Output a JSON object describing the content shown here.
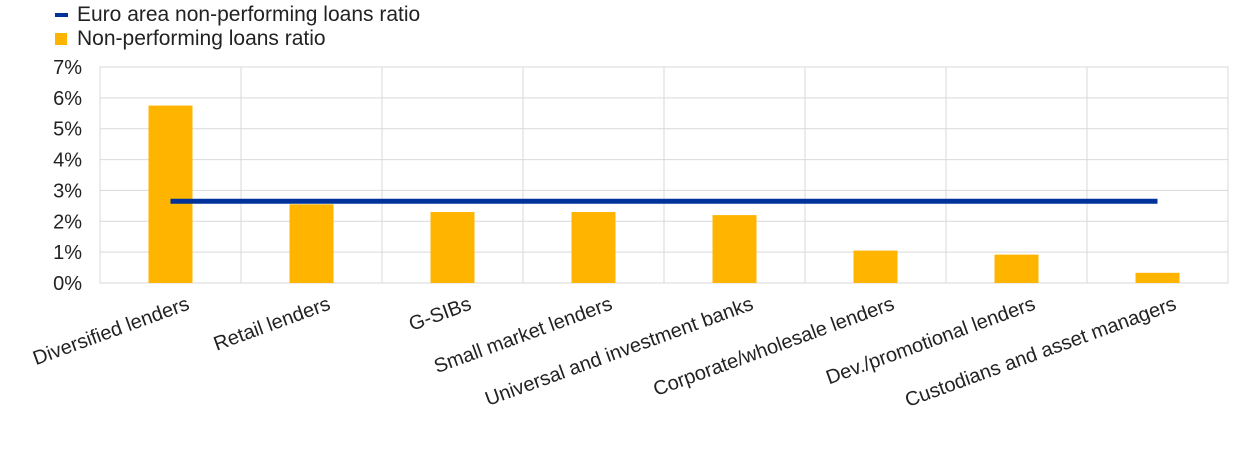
{
  "chart_data": {
    "type": "bar",
    "categories": [
      "Diversified lenders",
      "Retail lenders",
      "G-SIBs",
      "Small market lenders",
      "Universal and investment banks",
      "Corporate/wholesale lenders",
      "Dev./promotional lenders",
      "Custodians and asset managers"
    ],
    "series": [
      {
        "name": "Non-performing loans ratio",
        "type": "bar",
        "color": "#FFB400",
        "values": [
          5.75,
          2.55,
          2.3,
          2.3,
          2.2,
          1.05,
          0.92,
          0.33
        ]
      },
      {
        "name": "Euro area non-performing loans ratio",
        "type": "line",
        "color": "#003299",
        "values": [
          2.65,
          2.65,
          2.65,
          2.65,
          2.65,
          2.65,
          2.65,
          2.65
        ]
      }
    ],
    "legend_entries": [
      "Euro area non-performing loans ratio",
      "Non-performing loans ratio"
    ],
    "yticks": [
      "0%",
      "1%",
      "2%",
      "3%",
      "4%",
      "5%",
      "6%",
      "7%"
    ],
    "ylim": [
      0,
      7
    ],
    "y_unit": "%",
    "grid": true,
    "legend_position": "top-left"
  }
}
